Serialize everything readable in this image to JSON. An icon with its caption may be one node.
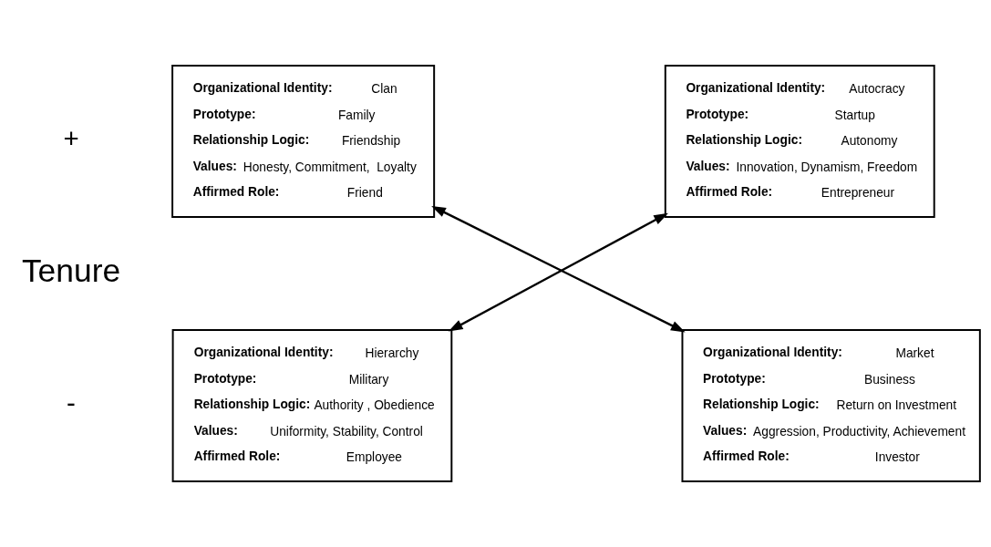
{
  "diagram": {
    "nodes": [
      {
        "text": [
          "**Organizational Identity:** Clan",
          "**Prototype:** Family",
          "**Relationship Logic:** Friendship",
          "**Values:** Honesty, Commitment,  Loyalty",
          "**Affirmed Role:** Friend"
        ]
      },
      {
        "text": [
          "**Organizational Identity:** Autocracy",
          "**Prototype:** Startup",
          "**Relationship Logic:** Autonomy",
          "**Values:** Innovation, Dynamism, Freedom",
          "**Affirmed Role:** Entrepreneur"
        ]
      },
      {
        "text": [
          "**Organizational Identity:** Hierarchy",
          "**Prototype:** Military",
          "**Relationship Logic:** Authority , Obedience",
          "**Values:** Uniformity, Stability, Control",
          "**Affirmed Role:** Employee"
        ]
      },
      {
        "text": [
          "**Organizational Identity:** Market",
          "**Prototype:** Business",
          "**Relationship Logic:** Return on Investment",
          "**Values:** Aggression, Productivity, Achievement",
          "**Affirmed Role:** Investor"
        ]
      }
    ],
    "edges": [
      {
        "from": 0,
        "to": 3,
        "arrow": "both"
      },
      {
        "from": 2,
        "to": 1,
        "arrow": "both"
      }
    ],
    "labels": [
      "-",
      "Tenure",
      "+"
    ]
  }
}
